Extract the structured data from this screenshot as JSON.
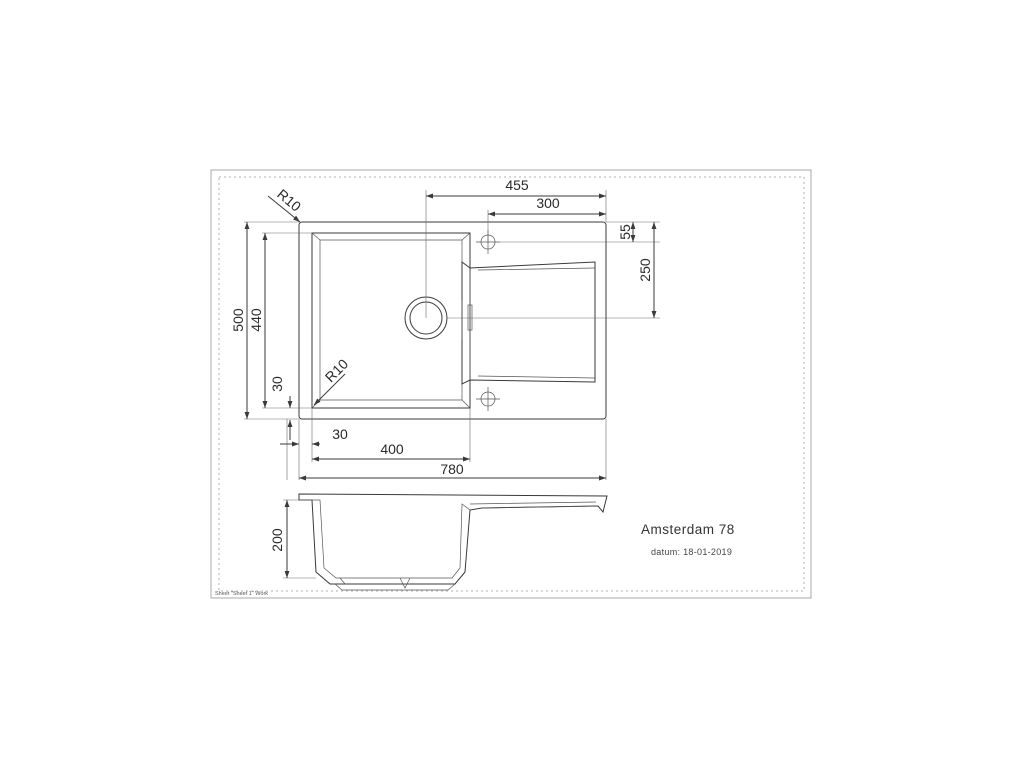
{
  "product": {
    "name": "Amsterdam 78",
    "date": "datum: 18-01-2019"
  },
  "sheet_label": "Sheet \"Sheet 1\" Work",
  "dimensions": {
    "width_total": "780",
    "bowl_width": "400",
    "offset_left": "30",
    "offset_bottom": "30",
    "depth_total": "500",
    "bowl_depth": "440",
    "drain_offset": "455",
    "tap_offset": "300",
    "tap_top": "55",
    "tap_spacing": "250",
    "corner_radius_outer": "R10",
    "corner_radius_inner": "R10",
    "bowl_height": "200"
  }
}
